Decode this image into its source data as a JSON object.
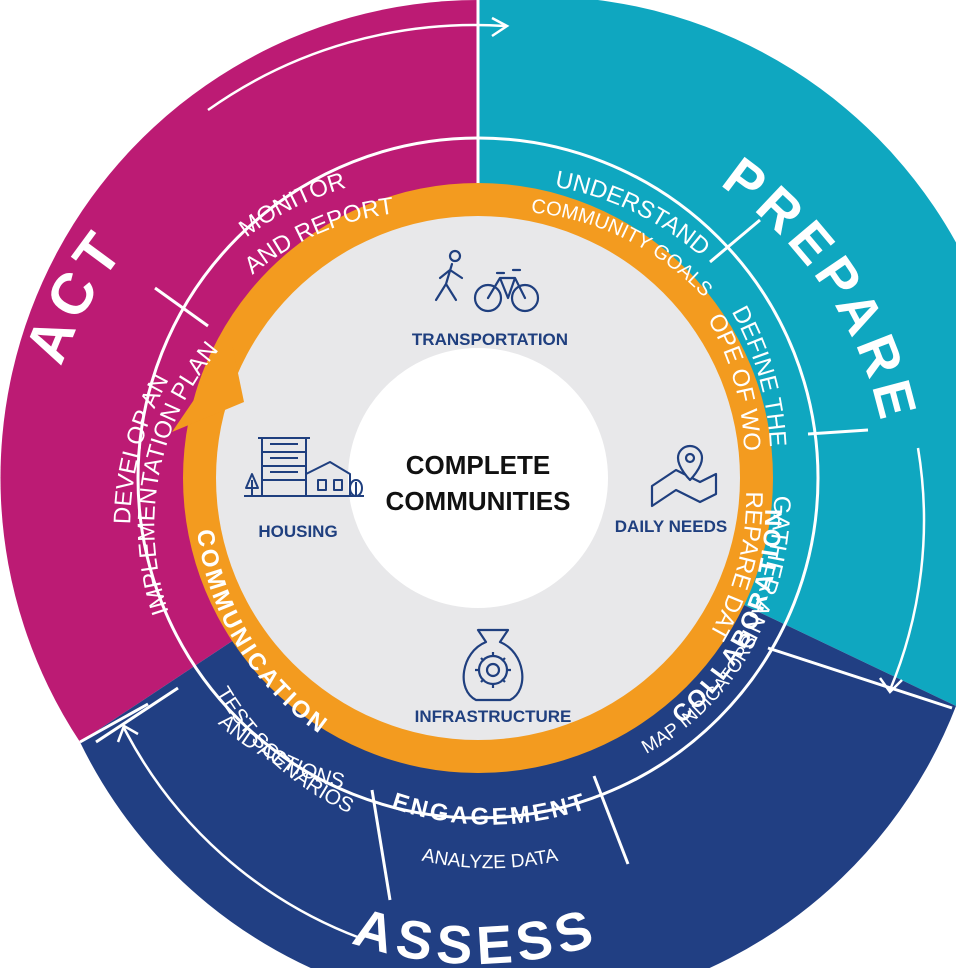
{
  "center": {
    "line1": "COMPLETE",
    "line2": "COMMUNITIES"
  },
  "themes": {
    "transportation": {
      "label": "TRANSPORTATION",
      "icon": "walk-bike-icon"
    },
    "daily_needs": {
      "label": "DAILY NEEDS",
      "icon": "map-pin-icon"
    },
    "infrastructure": {
      "label": "INFRASTRUCTURE",
      "icon": "gear-bag-icon"
    },
    "housing": {
      "label": "HOUSING",
      "icon": "buildings-icon"
    }
  },
  "ring_words": {
    "collaboration": "COLLABORATION",
    "engagement": "ENGAGEMENT",
    "communication": "COMMUNICATION"
  },
  "phases": {
    "prepare": {
      "title": "PREPARE",
      "color": "#0fa7c0"
    },
    "assess": {
      "title": "ASSESS",
      "color": "#213f83"
    },
    "act": {
      "title": "ACT",
      "color": "#bc1b74"
    }
  },
  "steps": {
    "understand": {
      "line1": "UNDERSTAND",
      "line2": "COMMUNITY GOALS"
    },
    "define": {
      "line1": "DEFINE THE",
      "line2": "SCOPE OF WORK"
    },
    "gather": {
      "line1": "GATHER AND",
      "line2": "PREPARE DATA"
    },
    "map": {
      "line1": "MAP INDICATORS"
    },
    "analyze": {
      "line1": "ANALYZE DATA"
    },
    "test": {
      "line1": "TEST SCENARIOS",
      "line2": "AND ACTIONS"
    },
    "develop": {
      "line1": "DEVELOP AN",
      "line2": "IMPLEMENTATION PLAN"
    },
    "monitor": {
      "line1": "MONITOR",
      "line2": "AND REPORT"
    }
  },
  "colors": {
    "orange": "#f39b1f",
    "inner_gray": "#e8e8ea",
    "icon_blue": "#1f3f7f"
  }
}
